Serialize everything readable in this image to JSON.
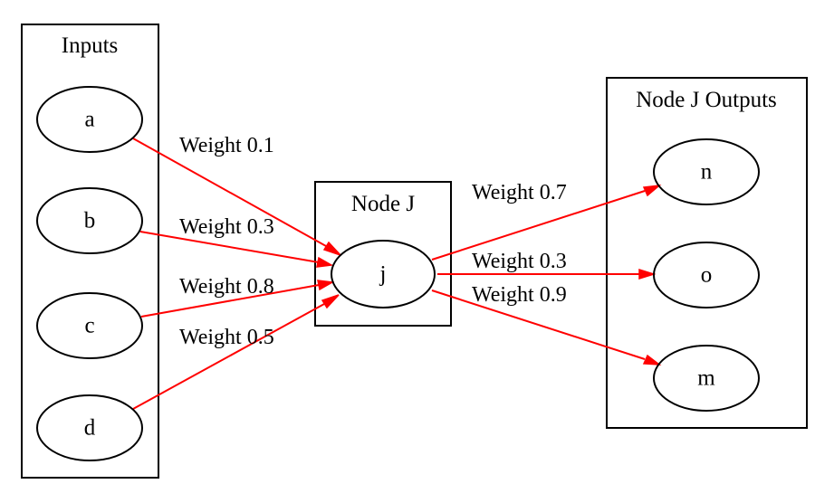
{
  "colors": {
    "edge": "#ff0000",
    "outline": "#000000",
    "background": "#ffffff"
  },
  "clusters": {
    "inputs": {
      "label": "Inputs"
    },
    "node_j": {
      "label": "Node J"
    },
    "outputs": {
      "label": "Node J Outputs"
    }
  },
  "nodes": {
    "a": "a",
    "b": "b",
    "c": "c",
    "d": "d",
    "j": "j",
    "n": "n",
    "o": "o",
    "m": "m"
  },
  "edges": [
    {
      "from": "a",
      "to": "j",
      "label": "Weight 0.1"
    },
    {
      "from": "b",
      "to": "j",
      "label": "Weight 0.3"
    },
    {
      "from": "c",
      "to": "j",
      "label": "Weight 0.8"
    },
    {
      "from": "d",
      "to": "j",
      "label": "Weight 0.5"
    },
    {
      "from": "j",
      "to": "n",
      "label": "Weight 0.7"
    },
    {
      "from": "j",
      "to": "o",
      "label": "Weight 0.3"
    },
    {
      "from": "j",
      "to": "m",
      "label": "Weight 0.9"
    }
  ]
}
